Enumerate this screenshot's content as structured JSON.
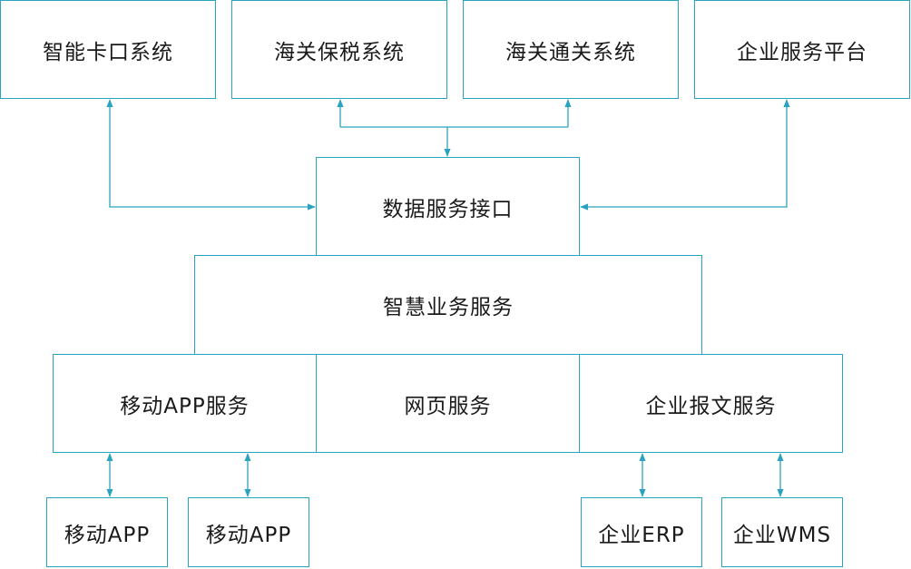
{
  "colors": {
    "stroke": "#2aa3c0",
    "text": "#1a1a1a",
    "background": "#ffffff"
  },
  "top_systems": {
    "smart_gate": "智能卡口系统",
    "bonded": "海关保税系统",
    "clearance": "海关通关系统",
    "enterprise_platform": "企业服务平台"
  },
  "data_interface": "数据服务接口",
  "smart_business": "智慧业务服务",
  "services": {
    "mobile_app": "移动APP服务",
    "web": "网页服务",
    "enterprise_msg": "企业报文服务"
  },
  "clients": {
    "mobile_app_1": "移动APP",
    "mobile_app_2": "移动APP",
    "erp": "企业ERP",
    "wms": "企业WMS"
  }
}
